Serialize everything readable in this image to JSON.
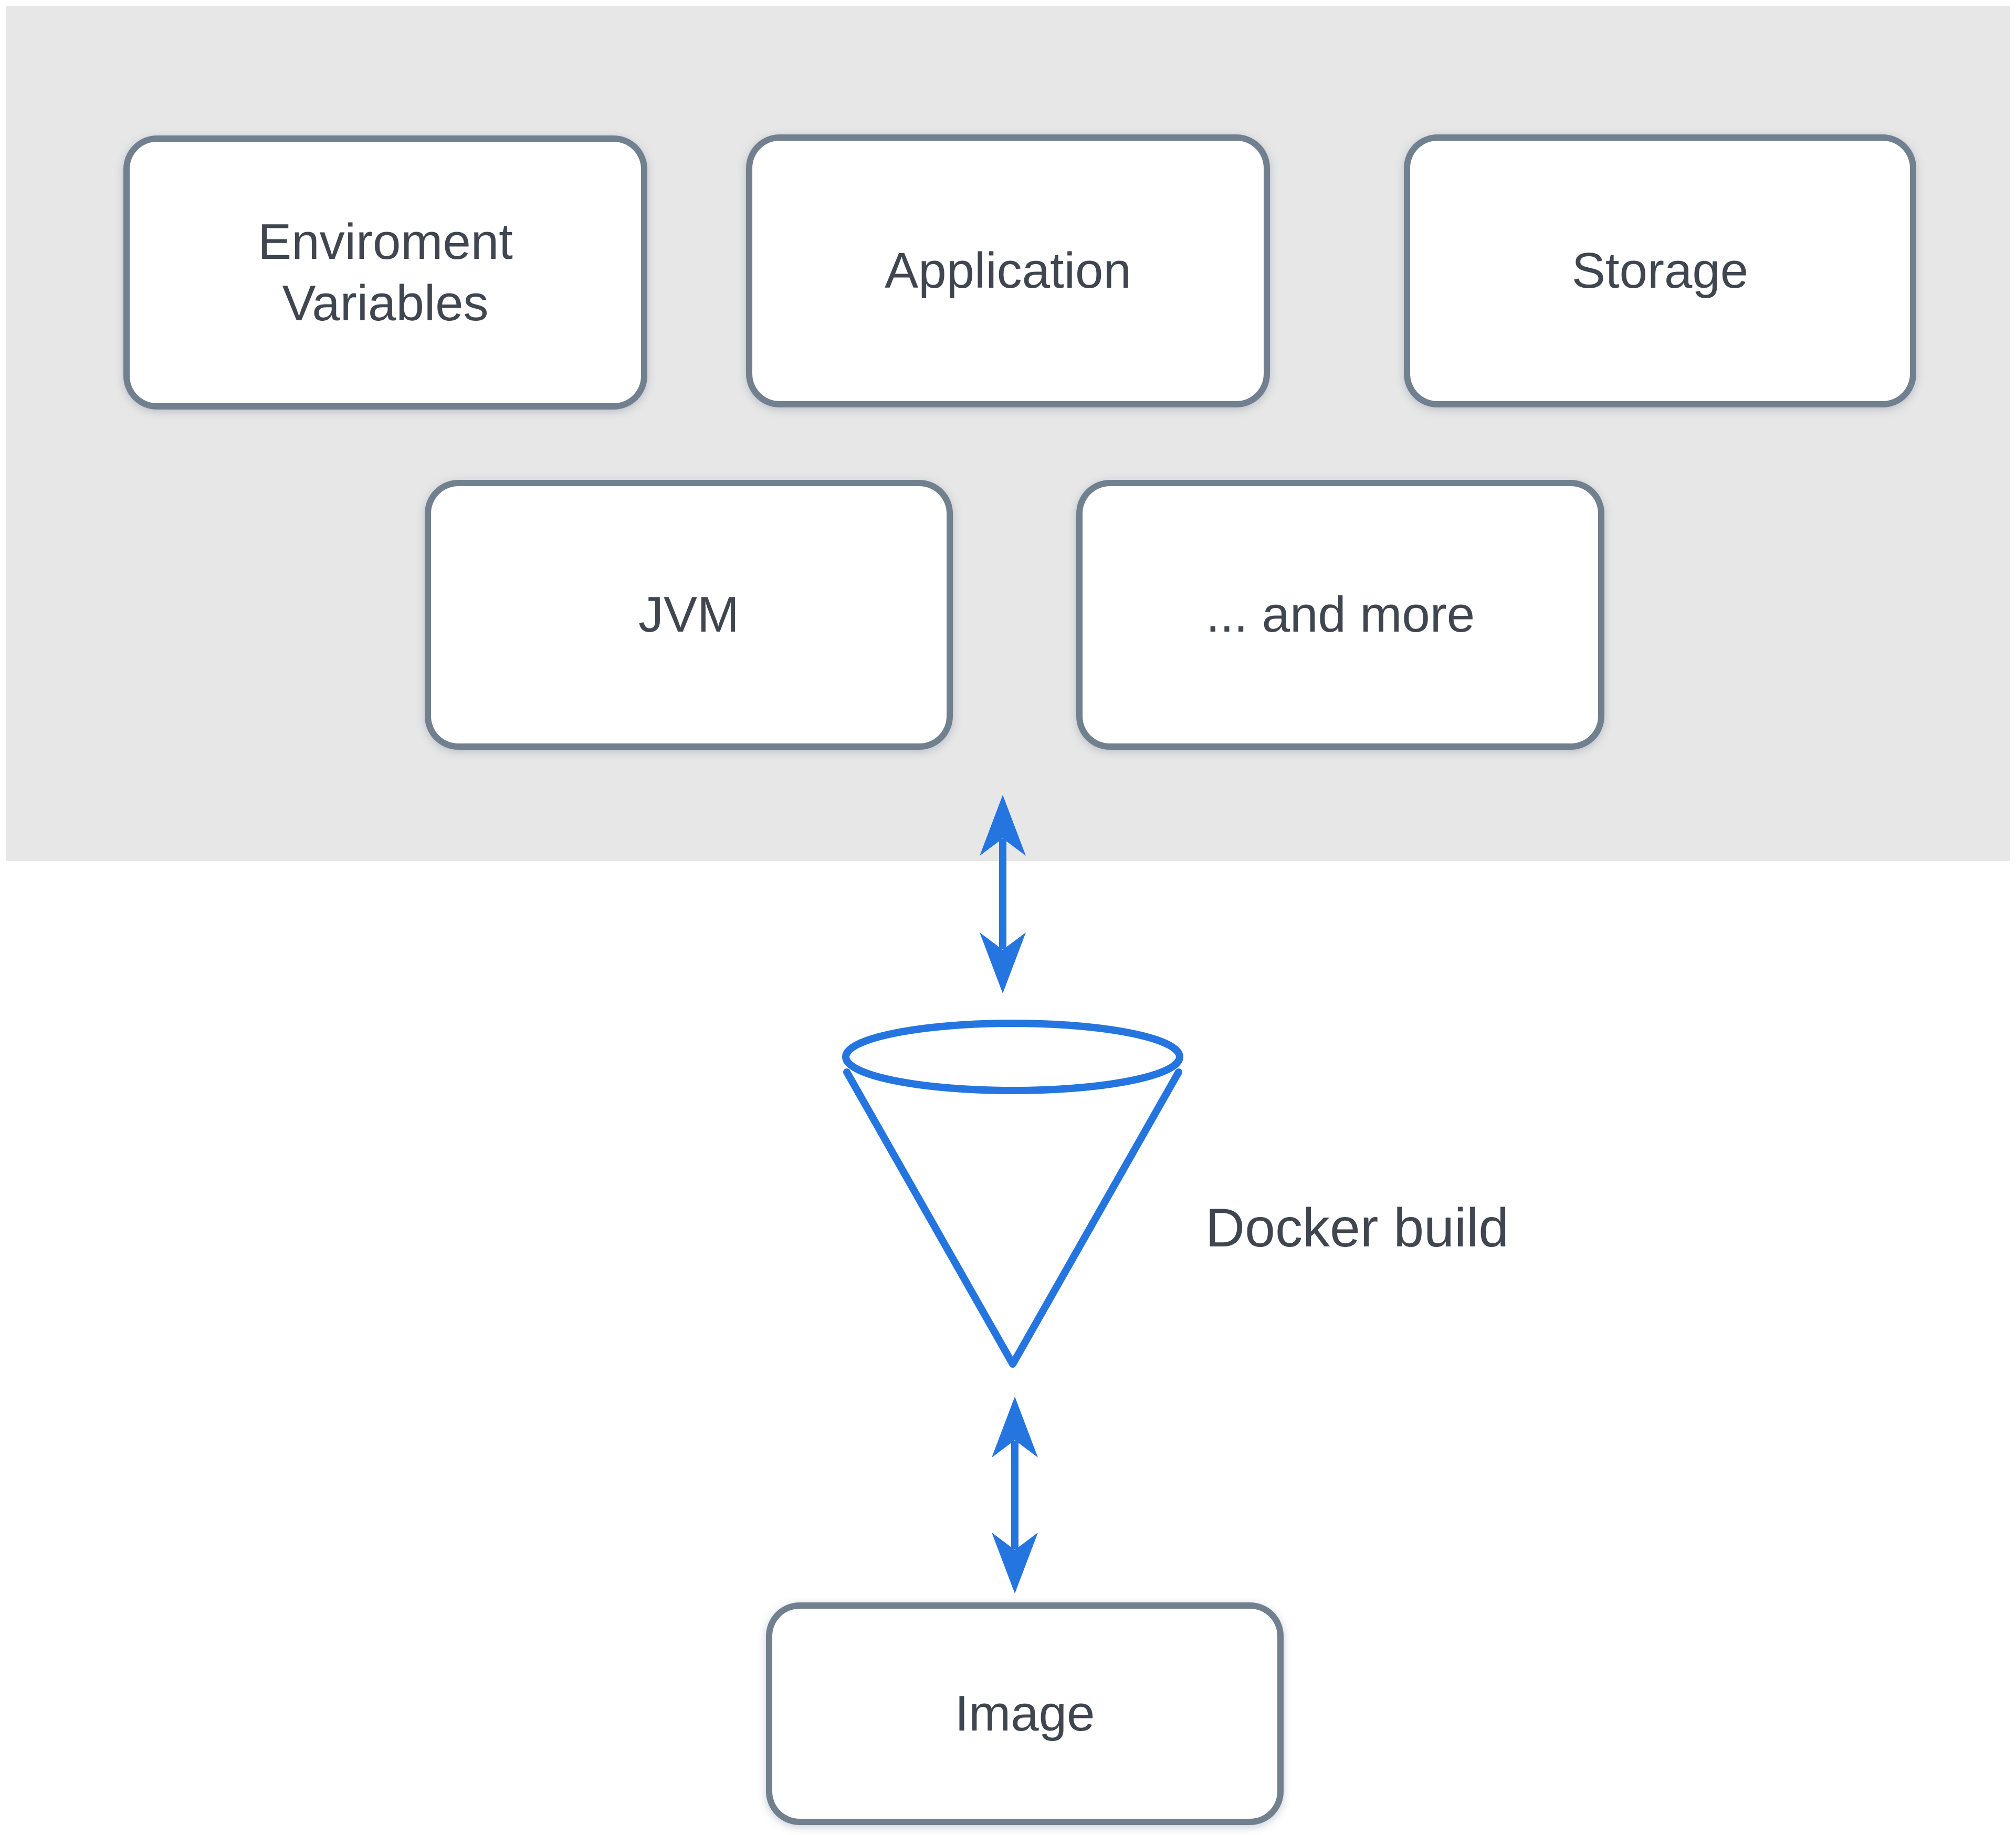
{
  "colors": {
    "page_bg": "#ffffff",
    "panel_bg": "#e7e7e7",
    "node_fill": "#ffffff",
    "node_border": "#71808f",
    "node_text": "#3f4650",
    "accent_blue": "#2575e0"
  },
  "panel_nodes": {
    "row1": [
      {
        "id": "environment-variables",
        "label": "Enviroment\nVariables"
      },
      {
        "id": "application",
        "label": "Application"
      },
      {
        "id": "storage",
        "label": "Storage"
      }
    ],
    "row2": [
      {
        "id": "jvm",
        "label": "JVM"
      },
      {
        "id": "and-more",
        "label": "... and more"
      }
    ]
  },
  "process": {
    "label": "Docker build"
  },
  "output_node": {
    "id": "image",
    "label": "Image"
  }
}
